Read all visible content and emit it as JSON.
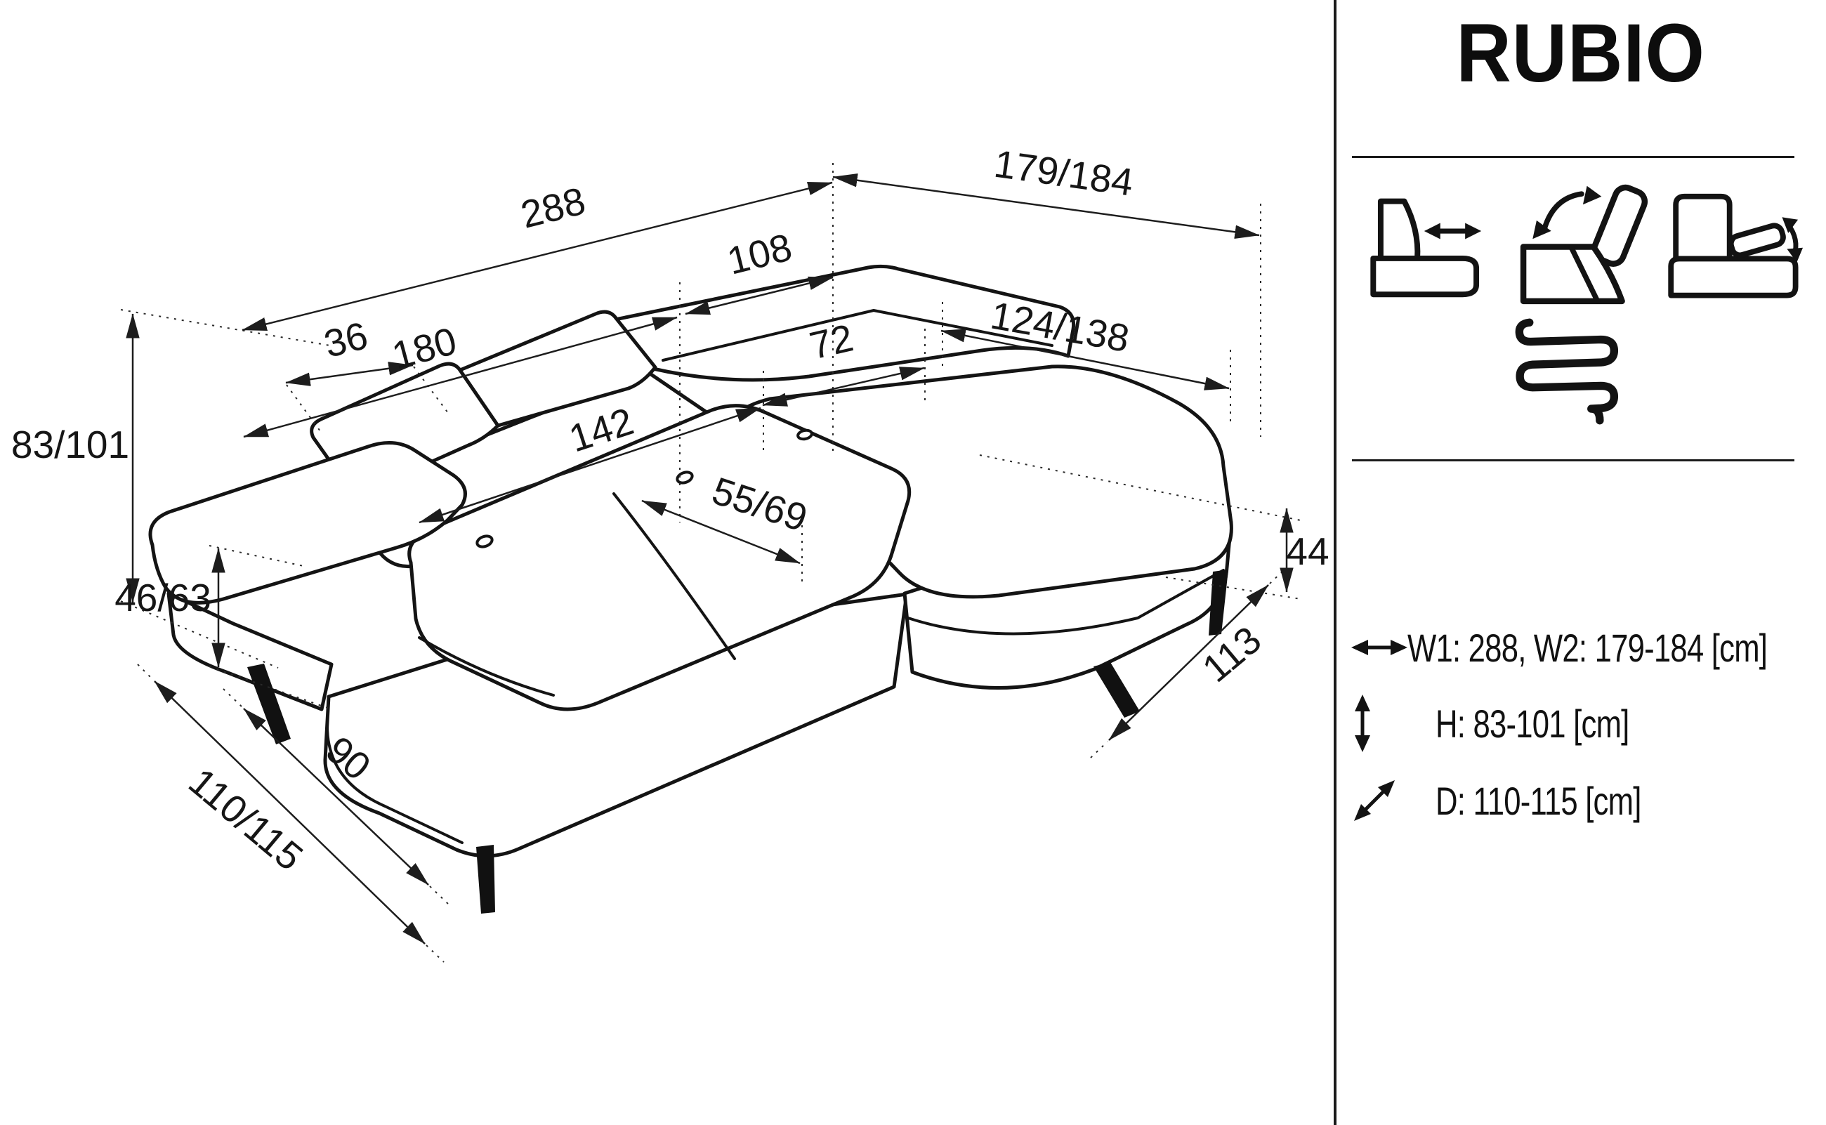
{
  "panel": {
    "title": "RUBIO",
    "feature_icons": [
      "seat-depth-adjust",
      "backrest-recline",
      "armrest-tilt",
      "wave-springs"
    ],
    "specs": [
      {
        "icon": "width-double-arrow",
        "label": "W1: 288, W2: 179-184 [cm]"
      },
      {
        "icon": "height-double-arrow",
        "label": "H: 83-101 [cm]"
      },
      {
        "icon": "depth-double-arrow",
        "label": "D: 110-115 [cm]"
      }
    ]
  },
  "drawing": {
    "dims": {
      "total_width": "288",
      "back_right_width": "108",
      "back_left_width": "180",
      "right_seat_width": "72",
      "seat_width": "142",
      "headrest_offset": "36",
      "chaise_total_length": "179/184",
      "chaise_cushion_length": "124/138",
      "height_total": "83/101",
      "height_seat": "46/63",
      "height_chaise": "44",
      "seat_depth": "55/69",
      "depth_seat": "90",
      "depth_total": "110/115",
      "chaise_width": "113"
    }
  }
}
